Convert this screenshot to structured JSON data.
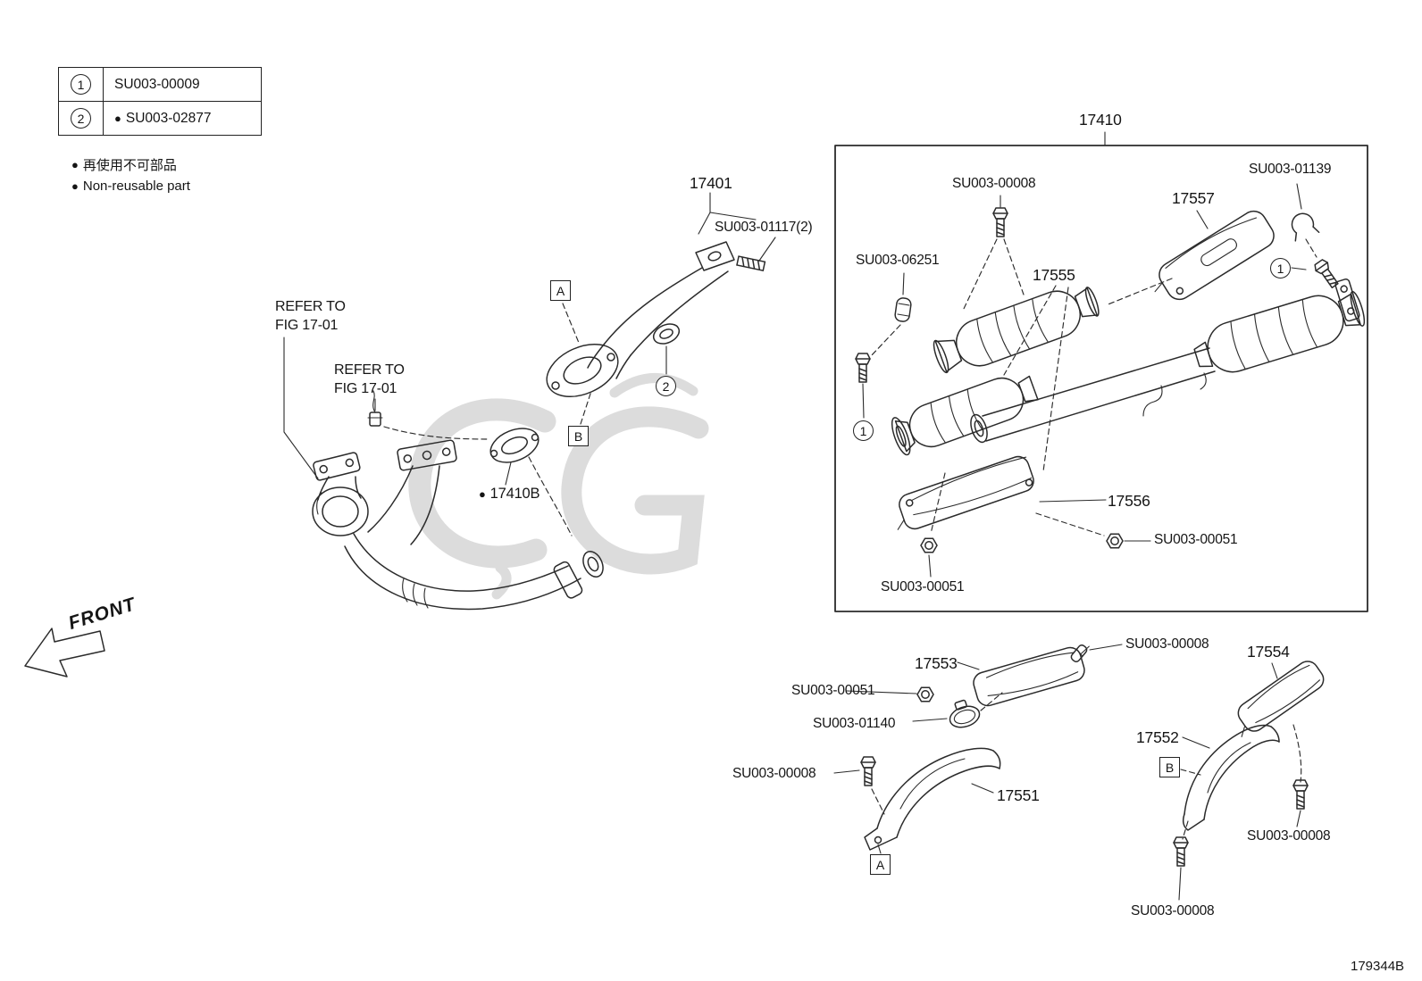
{
  "legend": {
    "rows": [
      {
        "num": "1",
        "bullet": "",
        "part": "SU003-00009"
      },
      {
        "num": "2",
        "bullet": "●",
        "part": "SU003-02877"
      }
    ],
    "notes": [
      {
        "bullet": "●",
        "text": "再使用不可部品"
      },
      {
        "bullet": "●",
        "text": "Non-reusable part"
      }
    ]
  },
  "markers": {
    "a": "A",
    "b": "B",
    "one": "1",
    "two": "2"
  },
  "labels": {
    "p17401": "17401",
    "su003_01117": "SU003-01117(2)",
    "p17410": "17410",
    "su003_00008": "SU003-00008",
    "su003_01139": "SU003-01139",
    "p17557": "17557",
    "p17555": "17555",
    "su003_06251": "SU003-06251",
    "p17556": "17556",
    "su003_00051": "SU003-00051",
    "refer_line1": "REFER TO",
    "refer_line2": "FIG 17-01",
    "bullet": "●",
    "p17410b": "17410B",
    "p17553": "17553",
    "p17554": "17554",
    "su003_01140": "SU003-01140",
    "p17552": "17552",
    "p17551": "17551",
    "front": "FRONT",
    "drawing_number": "179344B"
  }
}
